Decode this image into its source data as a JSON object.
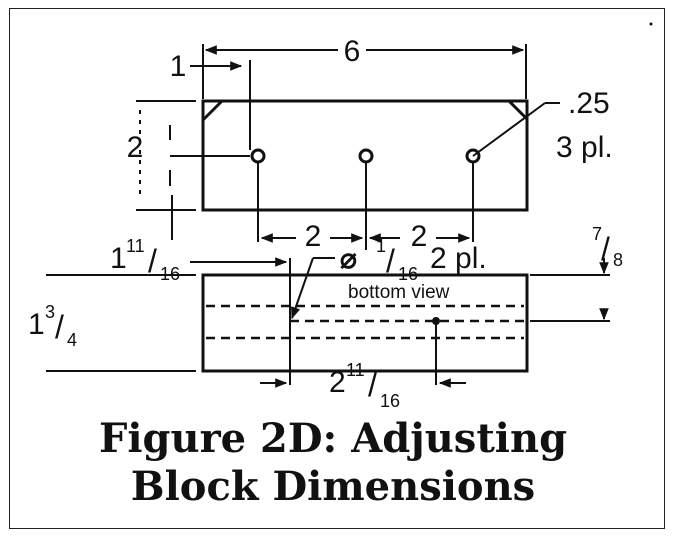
{
  "figure": {
    "caption_line1": "Figure 2D: Adjusting",
    "caption_line2": "Block Dimensions"
  },
  "top_view": {
    "overall_length": "6",
    "hole_offset_x": "1",
    "hole_offset_y": "2",
    "chamfer_size": ".25",
    "chamfer_count": "3 pl.",
    "spacing_left": "2",
    "spacing_right": "2"
  },
  "bottom_view": {
    "label": "bottom view",
    "left_offset_whole": "1",
    "left_offset_num": "11",
    "left_offset_den": "16",
    "hole_dia_symbol": "⌀",
    "hole_dia_num": "1",
    "hole_dia_den": "16",
    "hole_count": "2 pl.",
    "depth_num": "7",
    "depth_den": "8",
    "height_whole": "1",
    "height_num": "3",
    "height_den": "4",
    "spacing_whole": "2",
    "spacing_num": "11",
    "spacing_den": "16"
  },
  "colors": {
    "ink": "#111111",
    "paper": "#ffffff"
  }
}
